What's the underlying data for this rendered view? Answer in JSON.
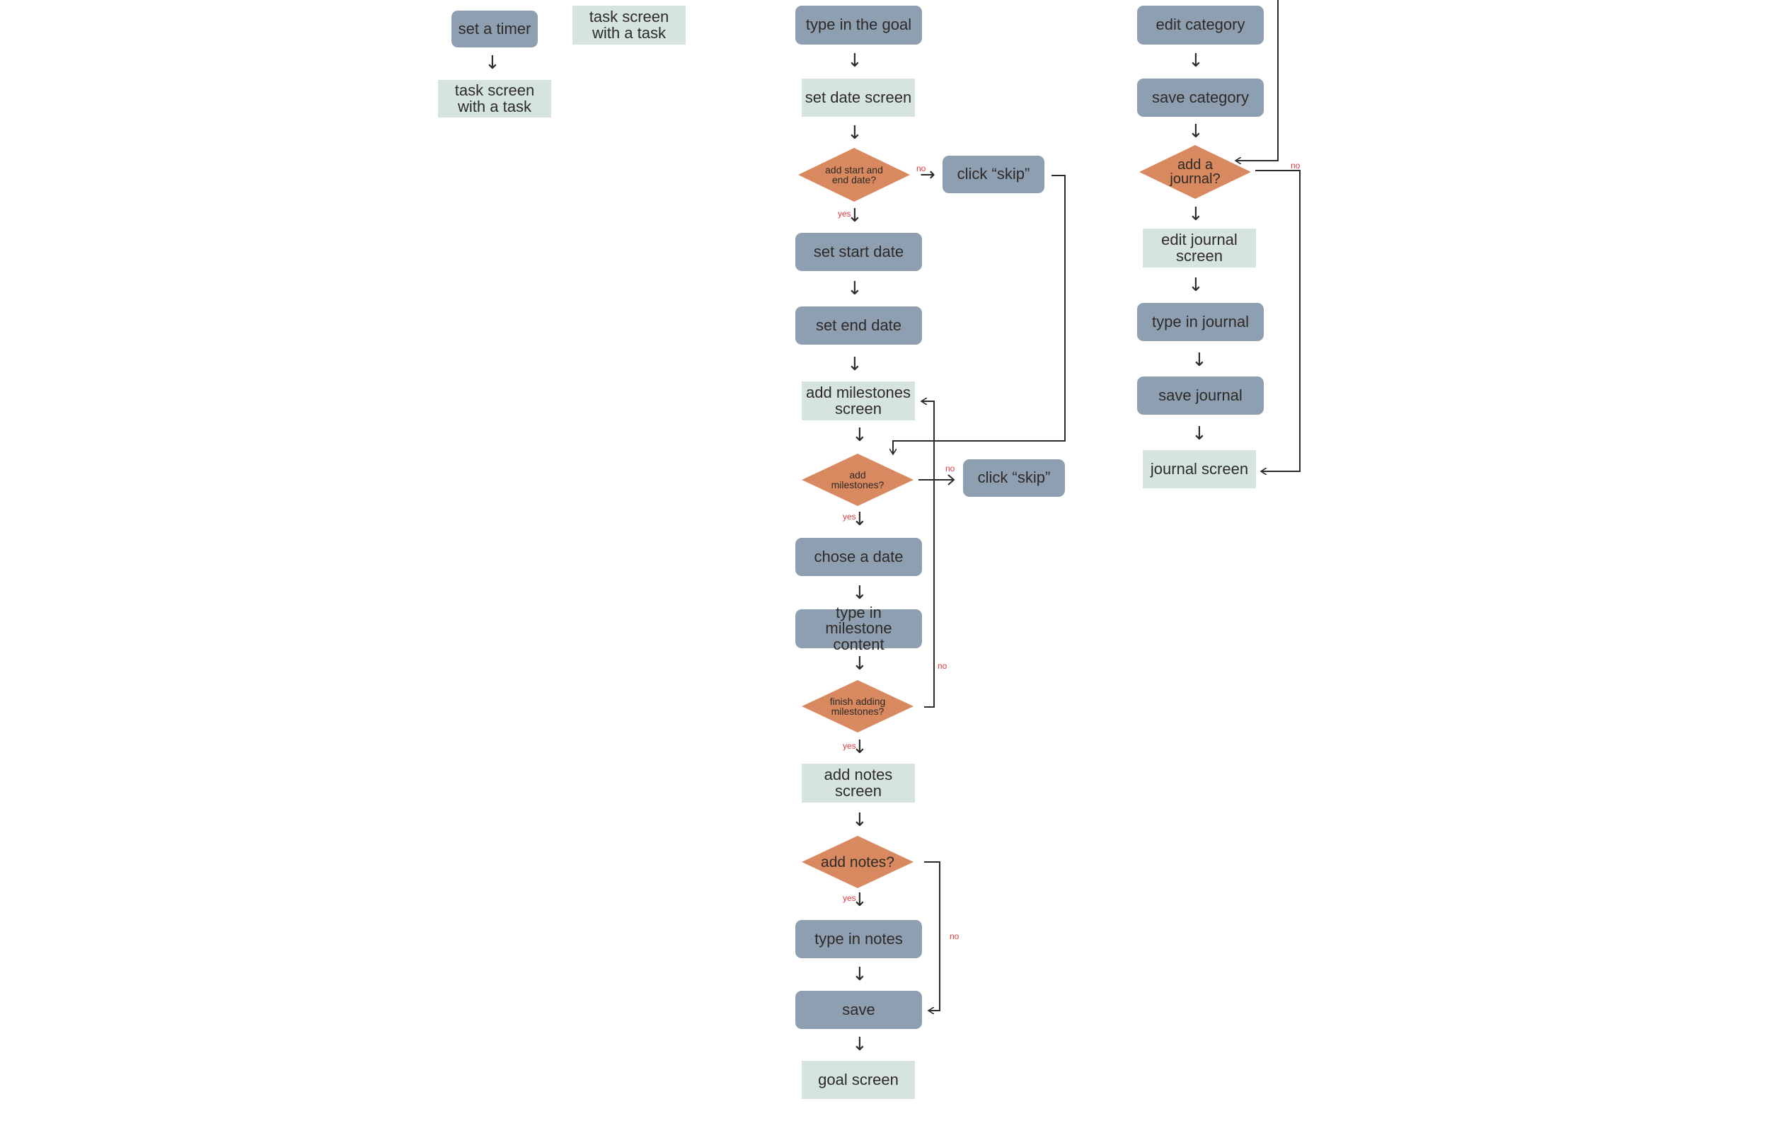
{
  "colors": {
    "action": "#8e9fb1",
    "screen": "#d6e4e0",
    "decision": "#d9895f",
    "connector": "#2e2a28",
    "yes_no_label": "#e0393e"
  },
  "timer_flow": {
    "set_timer": "set a timer",
    "task_screen_a": "task screen with a task",
    "task_screen_b": "task screen with a task"
  },
  "goal_flow": {
    "type_goal": "type in the goal",
    "set_date_screen": "set date screen",
    "add_dates_q": "add start and end date?",
    "click_skip_1": "click “skip”",
    "set_start_date": "set start date",
    "set_end_date": "set end date",
    "add_milestones_screen": "add milestones screen",
    "add_milestones_q": "add milestones?",
    "click_skip_2": "click “skip”",
    "chose_date": "chose a date",
    "type_milestone": "type in milestone content",
    "finish_milestones_q": "finish adding milestones?",
    "add_notes_screen": "add notes screen",
    "add_notes_q": "add notes?",
    "type_notes": "type in notes",
    "save": "save",
    "goal_screen": "goal screen"
  },
  "journal_flow": {
    "edit_category": "edit category",
    "save_category": "save category",
    "add_journal_q": "add a journal?",
    "edit_journal_screen": "edit journal screen",
    "type_journal": "type in journal",
    "save_journal": "save journal",
    "journal_screen": "journal screen"
  },
  "labels": {
    "yes": "yes",
    "no": "no"
  }
}
